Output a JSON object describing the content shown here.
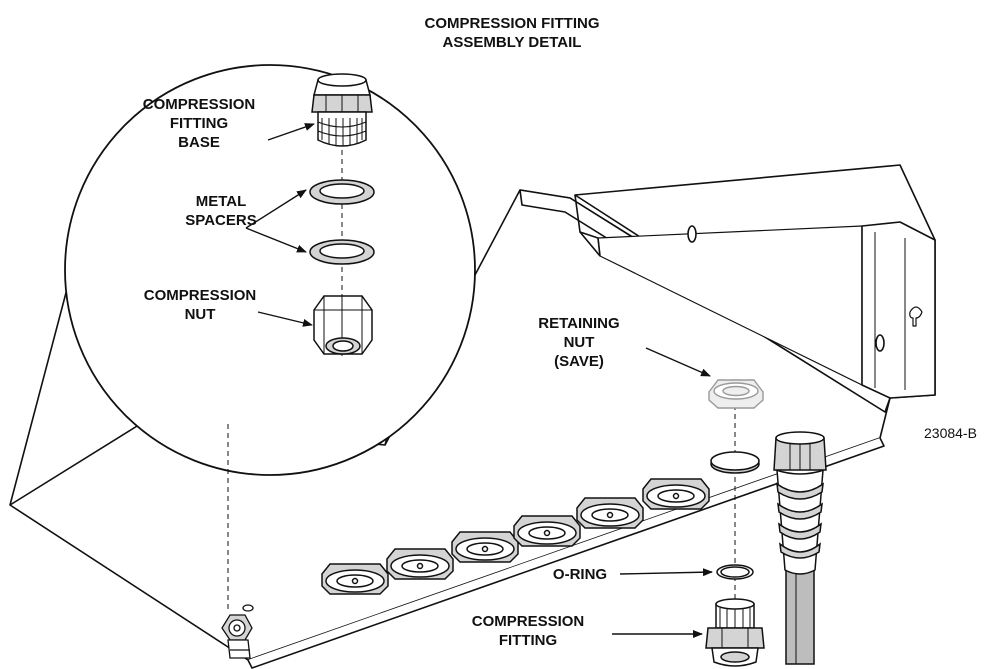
{
  "title": {
    "line1": "COMPRESSION FITTING",
    "line2": "ASSEMBLY DETAIL"
  },
  "labels": {
    "fitting_base": [
      "COMPRESSION",
      "FITTING",
      "BASE"
    ],
    "metal_spacers": [
      "METAL",
      "SPACERS"
    ],
    "compression_nut": [
      "COMPRESSION",
      "NUT"
    ],
    "retaining_nut": [
      "RETAINING",
      "NUT",
      "(SAVE)"
    ],
    "o_ring": "O-RING",
    "compression_fitting": [
      "COMPRESSION",
      "FITTING"
    ]
  },
  "figure_number": "23084-B",
  "colors": {
    "ink": "#111111",
    "part_fill": "#ffffff",
    "shade": "#d4d4d4",
    "cable": "#bdbdbd",
    "ghost": "#9a9a9a"
  }
}
